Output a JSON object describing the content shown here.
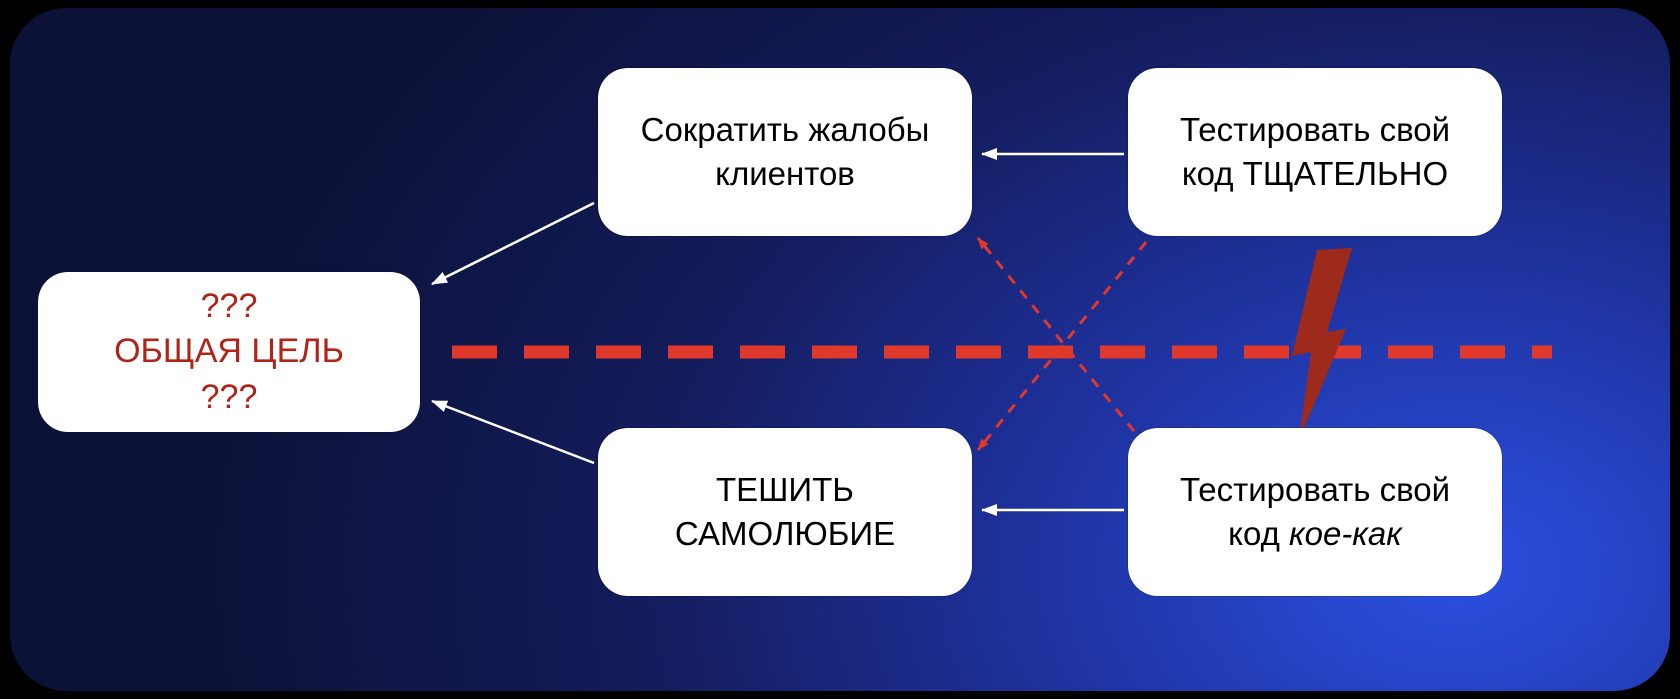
{
  "colors": {
    "background_outer": "#000000",
    "slide_dark": "#0c1138",
    "slide_glow": "#2c50e2",
    "node_background": "#ffffff",
    "node_text": "#000000",
    "goal_text": "#b02318",
    "divider_red": "#e0392c",
    "dashed_arrow_red": "#e0392c",
    "bolt_red": "#9e2a1c",
    "arrow_white": "#ffffff"
  },
  "nodes": {
    "goal": {
      "lines": [
        "???",
        "ОБЩАЯ ЦЕЛЬ",
        "???"
      ]
    },
    "reduce_complaints": {
      "lines": [
        "Сократить жалобы",
        "клиентов"
      ]
    },
    "test_thoroughly": {
      "line1": "Тестировать свой",
      "line2": "код ТЩАТЕЛЬНО"
    },
    "stroke_ego": {
      "lines": [
        "ТЕШИТЬ",
        "САМОЛЮБИЕ"
      ]
    },
    "test_sloppy": {
      "line1": "Тестировать свой",
      "line2_prefix": "код ",
      "line2_italic": "кое-как"
    }
  },
  "edges": {
    "white_arrows": [
      {
        "from": "test_thoroughly",
        "to": "reduce_complaints"
      },
      {
        "from": "reduce_complaints",
        "to": "goal"
      },
      {
        "from": "test_sloppy",
        "to": "stroke_ego"
      },
      {
        "from": "stroke_ego",
        "to": "goal"
      }
    ],
    "red_dashed_arrows": [
      {
        "from": "test_sloppy",
        "to": "reduce_complaints"
      },
      {
        "from": "test_thoroughly",
        "to": "stroke_ego"
      }
    ],
    "divider": {
      "style": "thick-dashed-horizontal"
    },
    "conflict_marker": {
      "icon": "lightning-bolt",
      "between": [
        "test_thoroughly",
        "test_sloppy"
      ]
    }
  }
}
